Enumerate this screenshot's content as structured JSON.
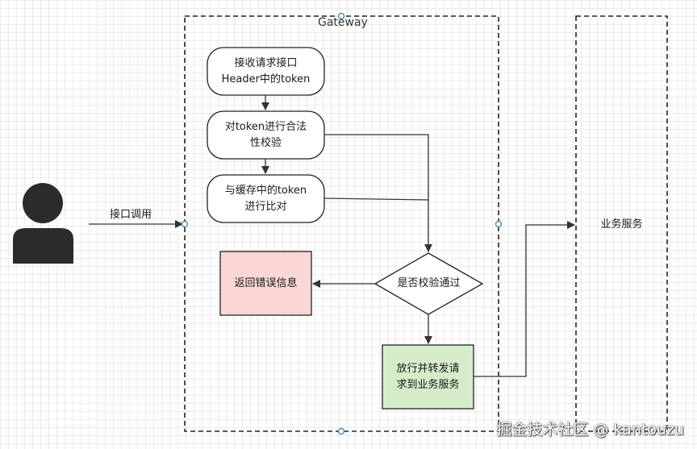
{
  "gateway": {
    "title": "Gateway"
  },
  "service": {
    "label": "业务服务"
  },
  "call": {
    "label": "接口调用"
  },
  "nodes": {
    "receive": "接收请求接口\nHeader中的token",
    "validate": "对token进行合法\n性校验",
    "compare": "与缓存中的token\n进行比对",
    "decision": "是否校验通过",
    "error": "返回错误信息",
    "forward": "放行并转发请\n求到业务服务"
  },
  "colors": {
    "error_fill": "#f8d7d5",
    "forward_fill": "#d5ecc9",
    "connector_dot": "#3d7fb8",
    "arrow": "#333333"
  },
  "icons": {
    "user": "user-icon"
  },
  "watermark": "掘金技术社区 @ kantouzu"
}
